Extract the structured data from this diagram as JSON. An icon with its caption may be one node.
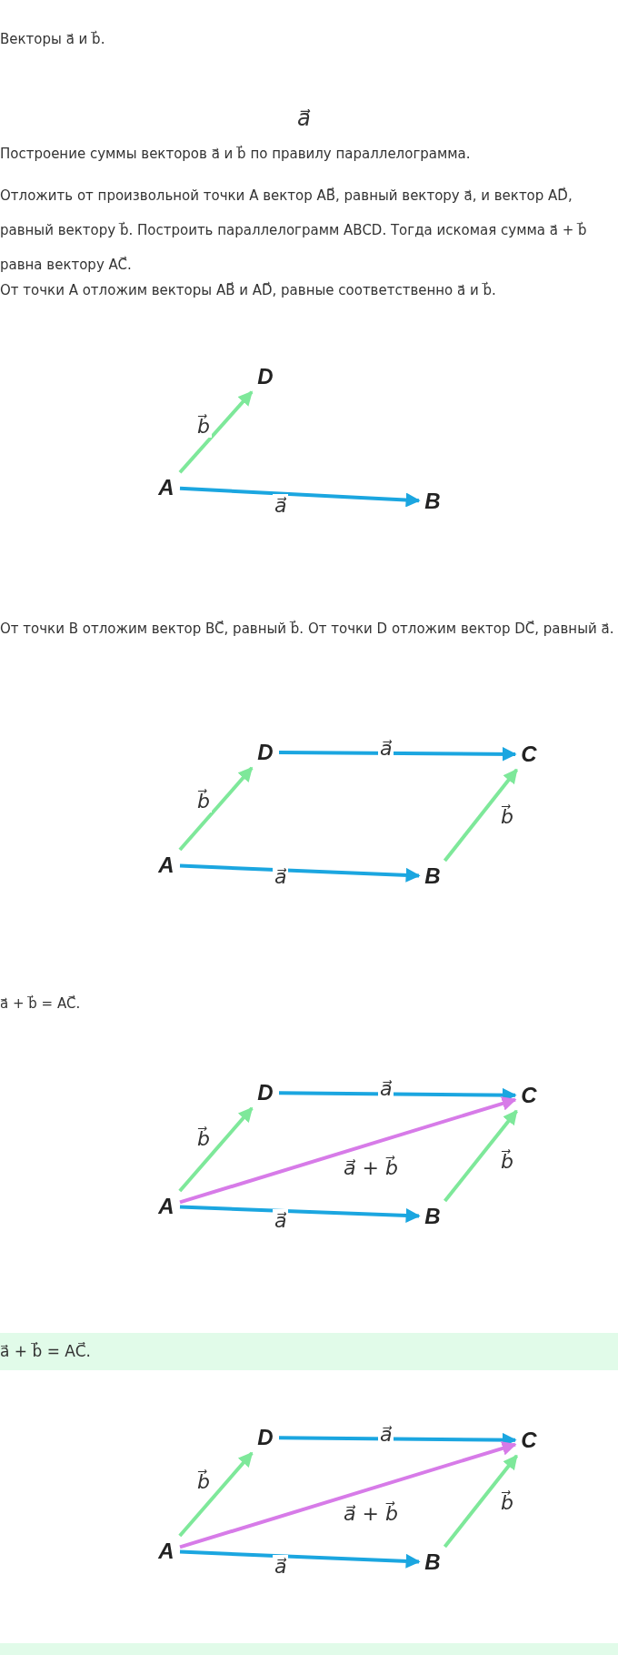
{
  "diagram": {
    "nodes": [
      {
        "text": [
          "D"
        ]
      },
      {
        "text": [
          "A"
        ]
      },
      {
        "text": [
          "B"
        ]
      },
      {
        "text": [
          "D"
        ]
      },
      {
        "text": [
          "C"
        ]
      },
      {
        "text": [
          "A"
        ]
      },
      {
        "text": [
          "B"
        ]
      },
      {
        "text": [
          "D"
        ]
      },
      {
        "text": [
          "C"
        ]
      },
      {
        "text": [
          "A"
        ]
      },
      {
        "text": [
          "B"
        ]
      },
      {
        "text": [
          "D"
        ]
      },
      {
        "text": [
          "C"
        ]
      },
      {
        "text": [
          "A"
        ]
      },
      {
        "text": [
          "B"
        ]
      }
    ],
    "edges": [
      {
        "from": 1,
        "to": 0,
        "arrow": "to",
        "label": "b⃗",
        "color": "#7ee89a"
      },
      {
        "from": 1,
        "to": 2,
        "arrow": "to",
        "label": "a⃗",
        "color": "#1ba6e0"
      },
      {
        "from": 5,
        "to": 3,
        "arrow": "to",
        "label": "b⃗",
        "color": "#7ee89a"
      },
      {
        "from": 3,
        "to": 4,
        "arrow": "to",
        "label": "a⃗",
        "color": "#1ba6e0"
      },
      {
        "from": 5,
        "to": 6,
        "arrow": "to",
        "label": "a⃗",
        "color": "#1ba6e0"
      },
      {
        "from": 6,
        "to": 4,
        "arrow": "to",
        "label": "b⃗",
        "color": "#7ee89a"
      },
      {
        "from": 9,
        "to": 7,
        "arrow": "to",
        "label": "b⃗",
        "color": "#7ee89a"
      },
      {
        "from": 7,
        "to": 8,
        "arrow": "to",
        "label": "a⃗",
        "color": "#1ba6e0"
      },
      {
        "from": 9,
        "to": 10,
        "arrow": "to",
        "label": "a⃗",
        "color": "#1ba6e0"
      },
      {
        "from": 10,
        "to": 8,
        "arrow": "to",
        "label": "b⃗",
        "color": "#7ee89a"
      },
      {
        "from": 9,
        "to": 8,
        "arrow": "to",
        "label": "a⃗ + b⃗",
        "color": "#d77be8"
      },
      {
        "from": 13,
        "to": 11,
        "arrow": "to",
        "label": "b⃗",
        "color": "#7ee89a"
      },
      {
        "from": 11,
        "to": 12,
        "arrow": "to",
        "label": "a⃗",
        "color": "#1ba6e0"
      },
      {
        "from": 13,
        "to": 14,
        "arrow": "to",
        "label": "a⃗",
        "color": "#1ba6e0"
      },
      {
        "from": 14,
        "to": 12,
        "arrow": "to",
        "label": "b⃗",
        "color": "#7ee89a"
      },
      {
        "from": 13,
        "to": 12,
        "arrow": "to",
        "label": "a⃗ + b⃗",
        "color": "#d77be8"
      }
    ],
    "labels": [
      "Векторы a⃗ и b⃗.",
      "a⃗",
      "Построение суммы векторов a⃗ и b⃗ по правилу параллелограмма.",
      "Отложить от произвольной точки A вектор AB⃗, равный вектору a⃗, и вектор AD⃗, равный вектору b⃗. Построить параллелограмм ABCD. Тогда искомая сумма a⃗ + b⃗ равна вектору AC⃗.",
      "От точки A отложим векторы AB⃗ и AD⃗, равные соответственно a⃗ и b⃗.",
      "От точки B отложим вектор BC⃗, равный b⃗. От точки D отложим вектор DC⃗, равный a⃗.",
      "a⃗ + b⃗ = AC⃗.",
      "a⃗ + b⃗ = AC⃗."
    ]
  }
}
